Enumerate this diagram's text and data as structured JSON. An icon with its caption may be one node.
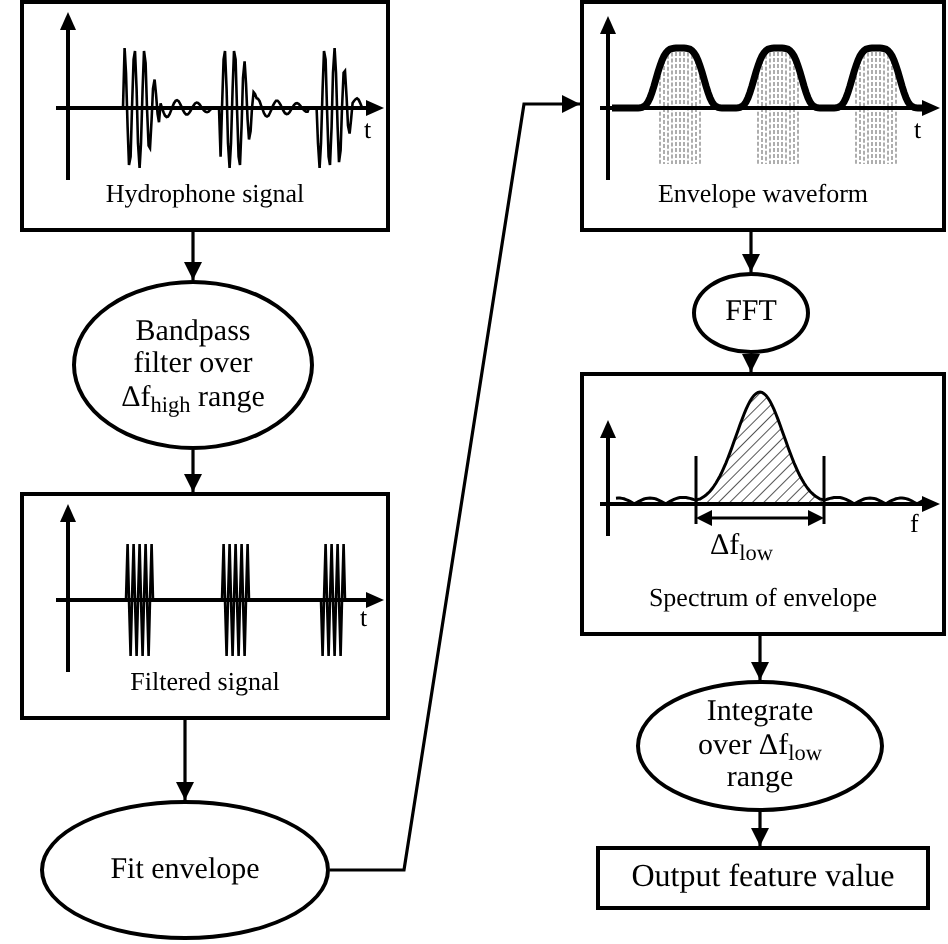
{
  "diagram": {
    "nodes": [
      {
        "text": [
          "Hydrophone signal"
        ]
      },
      {
        "text": [
          "Bandpass filter over Δf$_{high}$ range"
        ]
      },
      {
        "text": [
          "Filtered signal"
        ]
      },
      {
        "text": [
          "Fit envelope"
        ]
      },
      {
        "text": [
          "Envelope waveform"
        ]
      },
      {
        "text": [
          "FFT"
        ]
      },
      {
        "text": [
          "Spectrum of envelope"
        ]
      },
      {
        "text": [
          "Integrate over Δf$_{low}$ range"
        ]
      },
      {
        "text": [
          "Output feature value"
        ]
      }
    ],
    "edges": [
      {
        "from": 0,
        "to": 1,
        "arrow": "to"
      },
      {
        "from": 1,
        "to": 2,
        "arrow": "to"
      },
      {
        "from": 2,
        "to": 3,
        "arrow": "to"
      },
      {
        "from": 3,
        "to": 4,
        "arrow": "to"
      },
      {
        "from": 4,
        "to": 5,
        "arrow": "to"
      },
      {
        "from": 5,
        "to": 6,
        "arrow": "to"
      },
      {
        "from": 6,
        "to": 7,
        "arrow": "to"
      },
      {
        "from": 7,
        "to": 8,
        "arrow": "to"
      }
    ],
    "labels": [
      "t",
      "t",
      "t",
      "f",
      "Δf$_{low}$"
    ]
  }
}
